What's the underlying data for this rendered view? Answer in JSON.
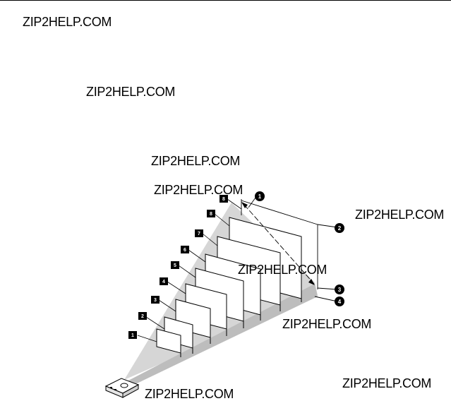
{
  "watermarks": [
    {
      "text": "ZIP2HELP.COM"
    },
    {
      "text": "ZIP2HELP.COM"
    },
    {
      "text": "ZIP2HELP.COM"
    },
    {
      "text": "ZIP2HELP.COM"
    },
    {
      "text": "ZIP2HELP.COM"
    },
    {
      "text": "ZIP2HELP.COM"
    },
    {
      "text": "ZIP2HELP.COM"
    },
    {
      "text": "ZIP2HELP.COM"
    },
    {
      "text": "ZIP2HELP.COM"
    }
  ],
  "screen_labels": [
    "1",
    "2",
    "3",
    "4",
    "5",
    "6",
    "7",
    "8",
    "8"
  ],
  "callouts": [
    "1",
    "2",
    "3",
    "4"
  ],
  "colors": {
    "beam": "#d6d6d6",
    "floor": "#bdbdbd",
    "ink": "#000000",
    "screen": "#ffffff"
  }
}
